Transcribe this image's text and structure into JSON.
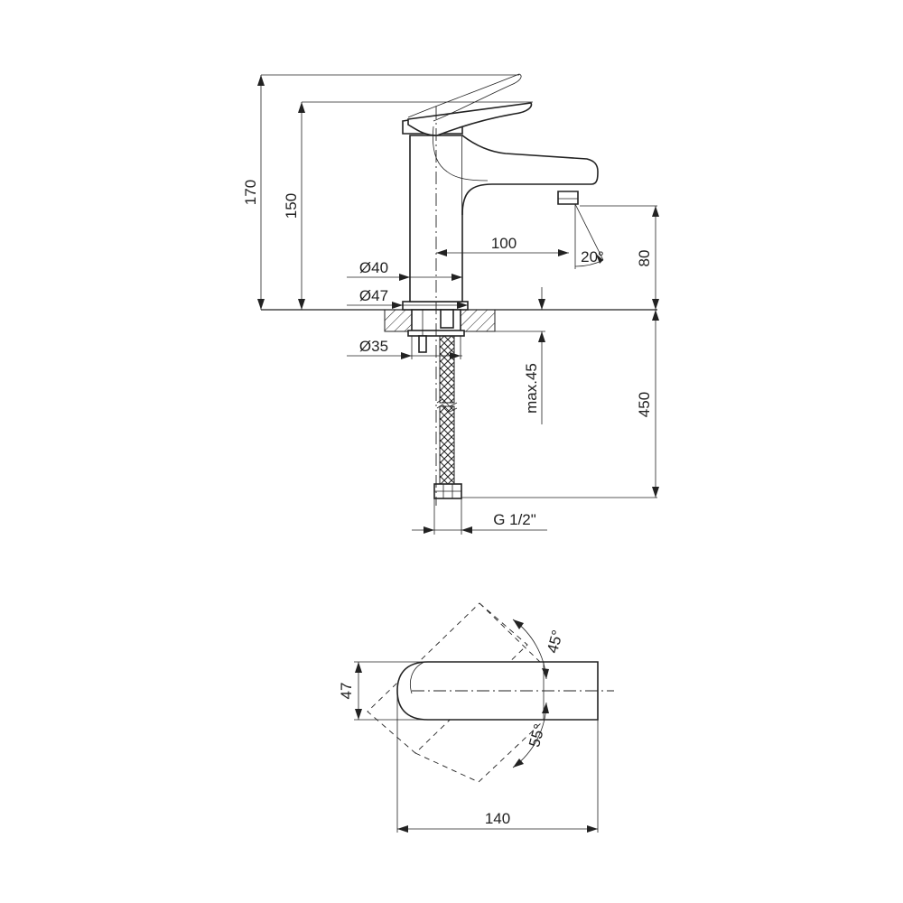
{
  "side_view": {
    "height_total": "170",
    "height_spout": "150",
    "spout_reach": "100",
    "spout_angle": "20°",
    "spout_height": "80",
    "body_diameter": "Ø40",
    "base_diameter": "Ø47",
    "mount_diameter": "Ø35",
    "max_deck_thickness": "max.45",
    "hose_length": "450",
    "connection_thread": "G 1/2\""
  },
  "top_view": {
    "body_width": "47",
    "total_length": "140",
    "handle_angle_left": "45°",
    "handle_angle_right": "55°"
  }
}
